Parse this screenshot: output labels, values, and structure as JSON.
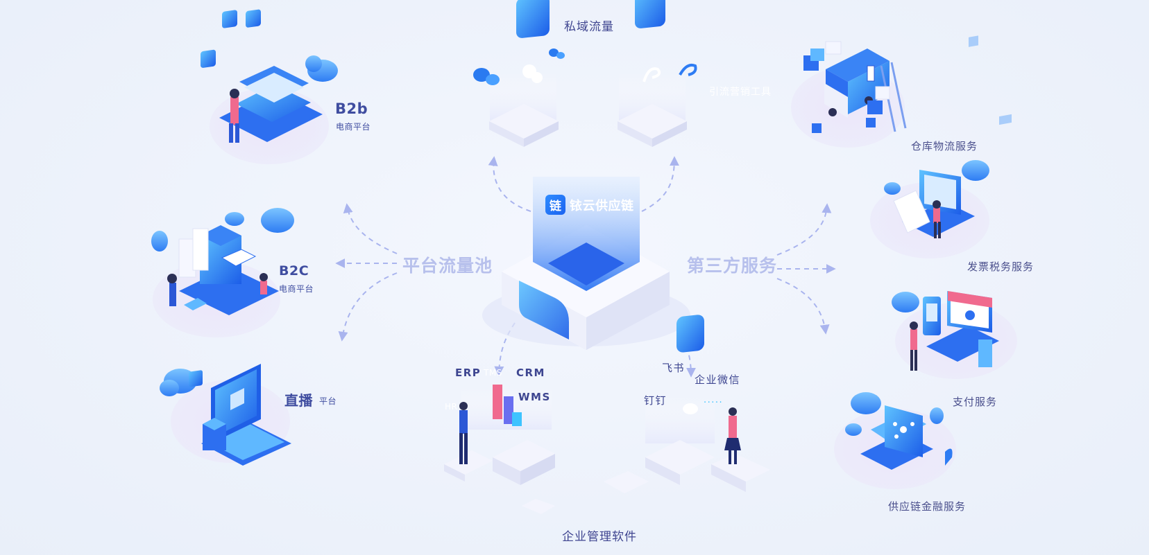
{
  "center": {
    "logo_char": "链",
    "brand_name": "铱云供应链"
  },
  "hubs": {
    "left": "平台流量池",
    "right": "第三方服务"
  },
  "top": {
    "private_traffic": "私域流量",
    "marketing_tools": "引流营销工具"
  },
  "platforms": {
    "b2b": {
      "title": "B2b",
      "subtitle": "电商平台"
    },
    "b2c": {
      "title": "B2C",
      "subtitle": "电商平台"
    },
    "live": {
      "title": "直播",
      "subtitle": "平台"
    }
  },
  "services": {
    "warehouse": "仓库物流服务",
    "invoice": "发票税务服务",
    "payment": "支付服务",
    "finance": "供应链金融服务"
  },
  "software": {
    "title": "企业管理软件",
    "erp": "ERP",
    "crm": "CRM",
    "wms": "WMS",
    "tms": "TMS",
    "hr": "HR",
    "feishu": "飞书",
    "wecom": "企业微信",
    "dingtalk": "钉钉",
    "ellipsis": "....."
  },
  "colors": {
    "accent_blue": "#2d6ff0",
    "light_blue": "#5fb8ff",
    "label_navy": "#3f4da0",
    "hub_text": "#b7c0ec",
    "person_pink": "#f06a8e",
    "arrow": "#a9b4ee"
  }
}
